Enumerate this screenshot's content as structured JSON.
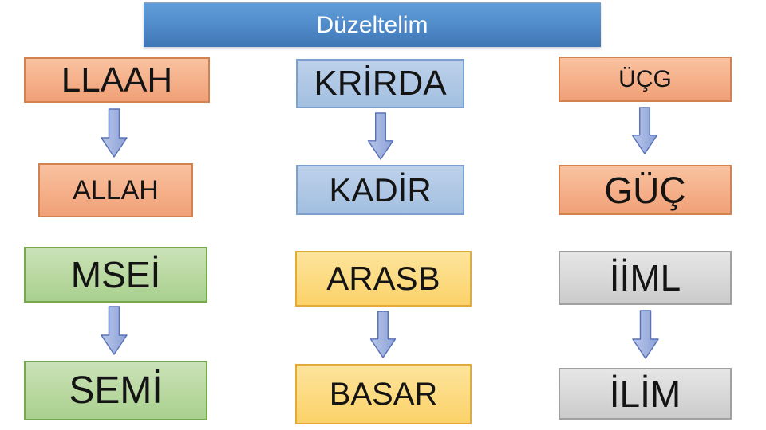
{
  "slide_title": "Düzeltelim",
  "pairs": {
    "allah": {
      "scrambled": "LLAAH",
      "corrected": "ALLAH"
    },
    "kadir": {
      "scrambled": "KRİRDA",
      "corrected": "KADİR"
    },
    "guc": {
      "scrambled": "ÜÇG",
      "corrected": "GÜÇ"
    },
    "semi": {
      "scrambled": "MSEİ",
      "corrected": "SEMİ"
    },
    "basar": {
      "scrambled": "ARASB",
      "corrected": "BASAR"
    },
    "ilim": {
      "scrambled": "İİML",
      "corrected": "İLİM"
    }
  },
  "colors": {
    "title_blue_top": "#619dd8",
    "title_blue_bottom": "#4076b4",
    "salmon_fill": "#f5b18b",
    "salmon_border": "#d3824f",
    "blue_fill": "#b0c8e5",
    "blue_border": "#7ca1cf",
    "green_fill": "#bad9a2",
    "green_border": "#74a94c",
    "yellow_fill": "#fcdb82",
    "yellow_border": "#e2ab37",
    "gray_fill": "#d9d9d9",
    "gray_border": "#a0a0a0",
    "arrow_fill": "#9fb1de",
    "arrow_border": "#5a73b8",
    "text": "#141414",
    "title_text": "#ffffff"
  }
}
